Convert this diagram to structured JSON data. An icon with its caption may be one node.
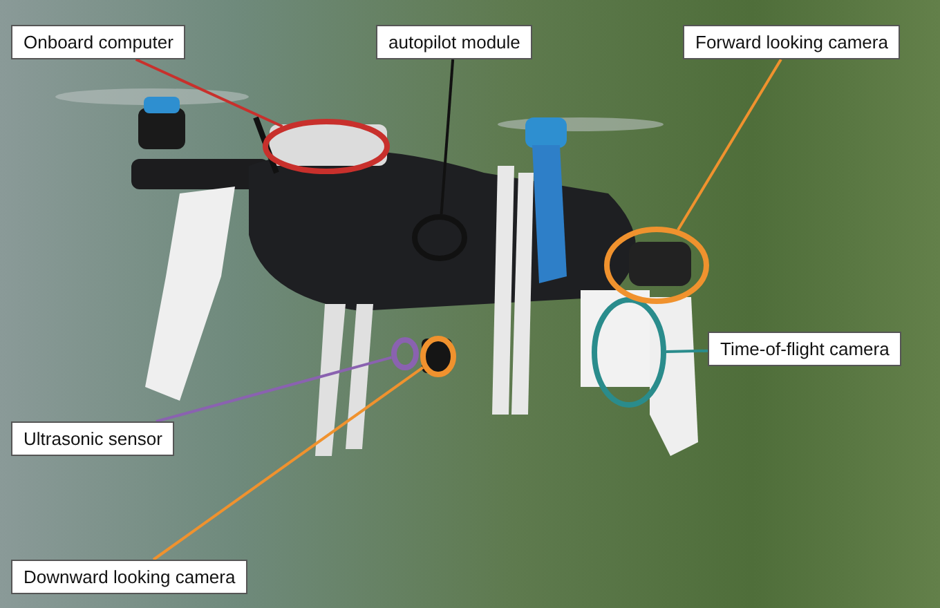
{
  "diagram": {
    "nodes": [
      {
        "text": [
          "Onboard computer"
        ]
      },
      {
        "text": [
          "autopilot module"
        ]
      },
      {
        "text": [
          "Forward looking camera"
        ]
      },
      {
        "text": [
          "Time-of-flight camera"
        ]
      },
      {
        "text": [
          "Ultrasonic sensor"
        ]
      },
      {
        "text": [
          "Downward looking camera"
        ]
      },
      {
        "text": [],
        "shape": "circle"
      },
      {
        "text": [],
        "shape": "circle"
      },
      {
        "text": [],
        "shape": "circle"
      },
      {
        "text": [],
        "shape": "circle"
      },
      {
        "text": [],
        "shape": "circle"
      },
      {
        "text": [],
        "shape": "circle"
      }
    ],
    "edges": [
      {
        "from": 0,
        "to": 6,
        "arrow": "none",
        "color": "#c8302c"
      },
      {
        "from": 1,
        "to": 9,
        "arrow": "none",
        "color": "#111111"
      },
      {
        "from": 2,
        "to": 11,
        "arrow": "none",
        "color": "#f0922e"
      },
      {
        "from": 3,
        "to": 10,
        "arrow": "none",
        "color": "#2a8c8c"
      },
      {
        "from": 4,
        "to": 7,
        "arrow": "none",
        "color": "#8a62b0"
      },
      {
        "from": 5,
        "to": 8,
        "arrow": "none",
        "color": "#f0922e"
      }
    ]
  }
}
